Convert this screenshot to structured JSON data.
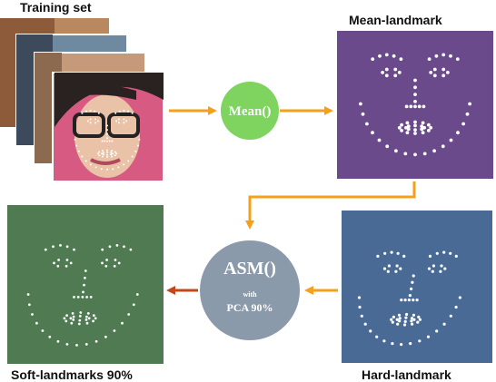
{
  "labels": {
    "training_set": "Training set",
    "mean_landmark": "Mean-landmark",
    "soft_landmarks": "Soft-landmarks 90%",
    "hard_landmark": "Hard-landmark"
  },
  "nodes": {
    "mean": {
      "label": "Mean()"
    },
    "asm": {
      "label": "ASM()",
      "sub1": "with",
      "sub2": "PCA 90%"
    }
  },
  "colors": {
    "arrow_orange": "#f5a01a",
    "arrow_dark": "#c0481a",
    "mean_node": "#7fd460",
    "asm_node": "#8a9aab",
    "mean_panel": "#6b4a8c",
    "hard_panel": "#4a6a96",
    "soft_panel": "#4f7a52"
  }
}
